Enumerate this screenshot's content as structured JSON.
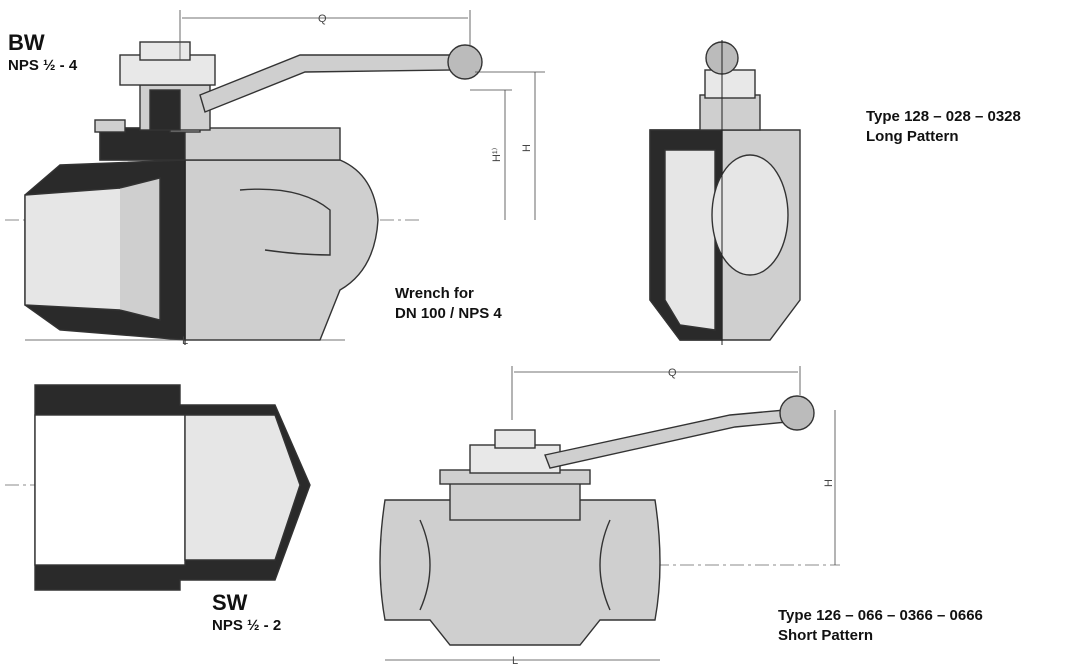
{
  "top_left": {
    "code": "BW",
    "size": "NPS ½ - 4"
  },
  "bottom_left": {
    "code": "SW",
    "size": "NPS ½ - 2"
  },
  "top_right": {
    "type": "Type 128 – 028 – 0328",
    "pattern": "Long Pattern"
  },
  "bottom_right": {
    "type": "Type 126 – 066 – 0366 – 0666",
    "pattern": "Short Pattern"
  },
  "wrench_note": {
    "line1": "Wrench for",
    "line2": "DN 100 / NPS 4"
  },
  "dimensions": {
    "q_top": "Q",
    "h1": "H¹⁾",
    "h_top": "H",
    "l_top": "L",
    "q_bottom": "Q",
    "h_bottom": "H",
    "l_bottom": "L"
  },
  "colors": {
    "body_gray": "#cfcfcf",
    "dark": "#2a2a2a",
    "line": "#333333"
  }
}
